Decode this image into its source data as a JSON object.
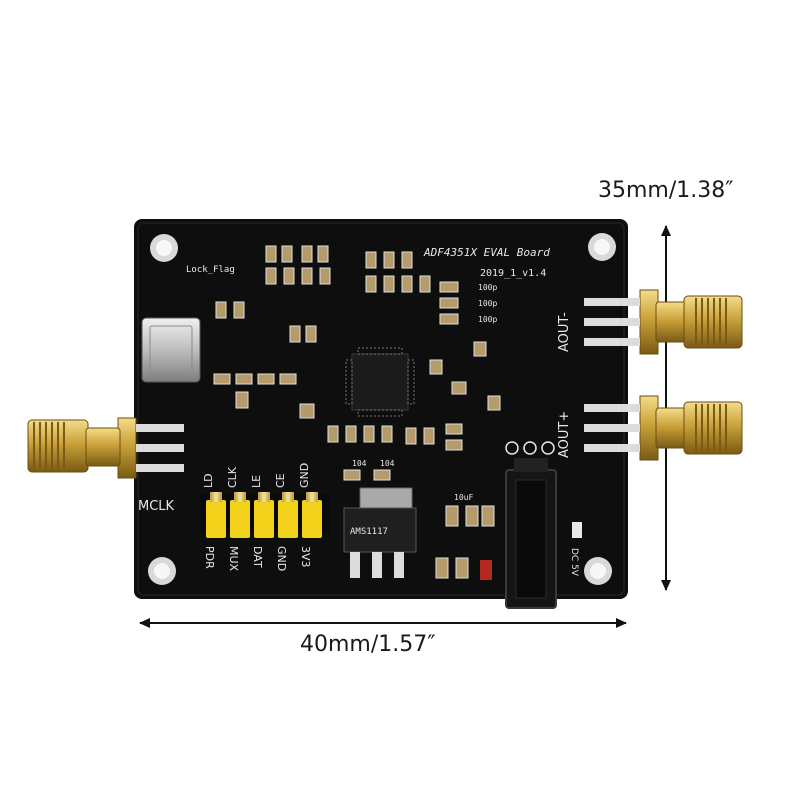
{
  "dimensions": {
    "height": "35mm/1.38″",
    "width": "40mm/1.57″"
  },
  "board": {
    "title": "ADF4351X EVAL Board",
    "version": "2019_1_v1.4",
    "lock_flag": "Lock_Flag",
    "mclk": "MCLK",
    "rf_out_minus": "AOUT-",
    "rf_out_plus": "AOUT+",
    "header_top_pins": [
      "LD",
      "CLK",
      "LE",
      "CE",
      "GND"
    ],
    "header_bottom_pins": [
      "PDR",
      "MUX",
      "DAT",
      "GND",
      "3V3"
    ],
    "dc_label": "DC 5V",
    "regulator_label": "AMS1117",
    "cap_labels": [
      "100p",
      "100p",
      "100p",
      "10uF",
      "104",
      "104"
    ]
  },
  "colors": {
    "pcb": "#0e0e0e",
    "silkscreen": "#e8e8e8",
    "gold": "#c9a23a",
    "header_yellow": "#f2d21b",
    "smd_tan": "#b59a6a"
  }
}
